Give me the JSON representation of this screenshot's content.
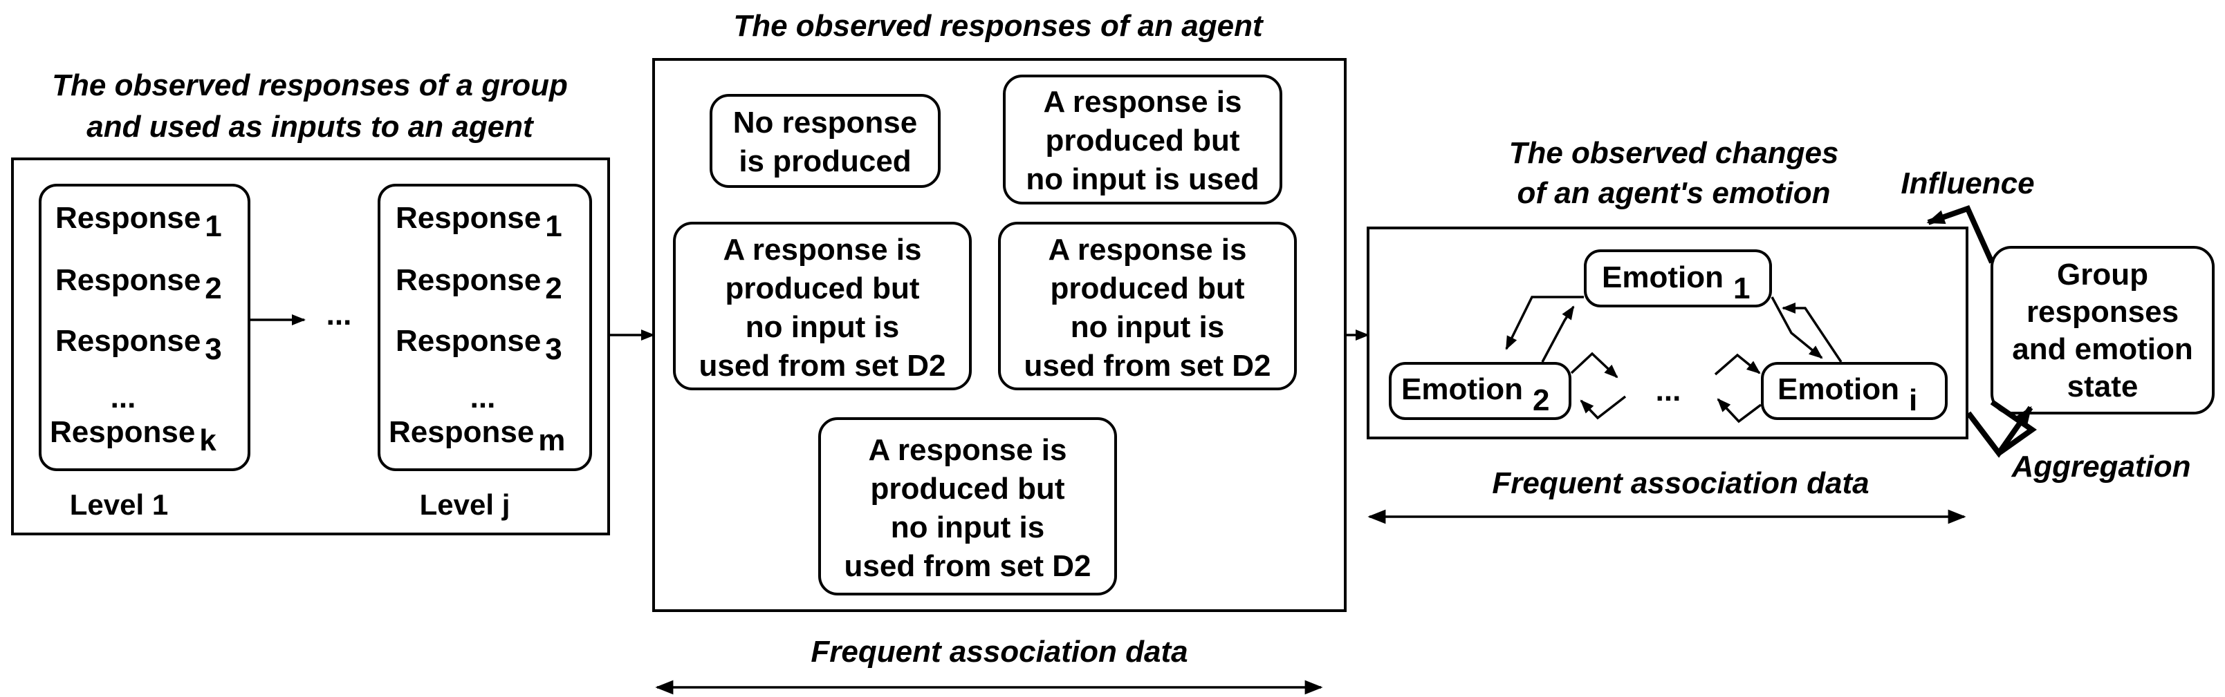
{
  "panel_group": {
    "title_lines": [
      "The observed responses of a group",
      "and used as inputs to an agent"
    ],
    "level1_items": [
      "Response",
      "Response",
      "Response",
      "...",
      "Response"
    ],
    "level1_subs": [
      "1",
      "2",
      "3",
      "",
      "k"
    ],
    "level_j_items": [
      "Response",
      "Response",
      "Response",
      "...",
      "Response"
    ],
    "level_j_subs": [
      "1",
      "2",
      "3",
      "",
      "m"
    ],
    "ellipsis": "...",
    "level1_label": "Level 1",
    "level_j_label": "Level j"
  },
  "panel_agent": {
    "title": "The observed responses of an agent",
    "box_no_response": [
      "No response",
      "is produced"
    ],
    "box_no_input": [
      "A response is",
      "produced but",
      "no input is used"
    ],
    "box_d2_a": [
      "A response is",
      "produced but",
      "no input is",
      "used from set D2"
    ],
    "box_d2_b": [
      "A response is",
      "produced but",
      "no input is",
      "used from set D2"
    ],
    "box_d2_c": [
      "A response is",
      "produced but",
      "no input is",
      "used from set D2"
    ],
    "bottom_label": "Frequent association data"
  },
  "panel_emotion": {
    "title_lines": [
      "The observed changes",
      "of an agent's emotion"
    ],
    "emotion_word": "Emotion",
    "sub_1": "1",
    "sub_2": "2",
    "sub_i": "i",
    "ellipsis": "...",
    "bottom_label": "Frequent association data"
  },
  "group_state": {
    "lines": [
      "Group",
      "responses",
      "and emotion",
      "state"
    ],
    "influence": "Influence",
    "aggregation": "Aggregation"
  }
}
